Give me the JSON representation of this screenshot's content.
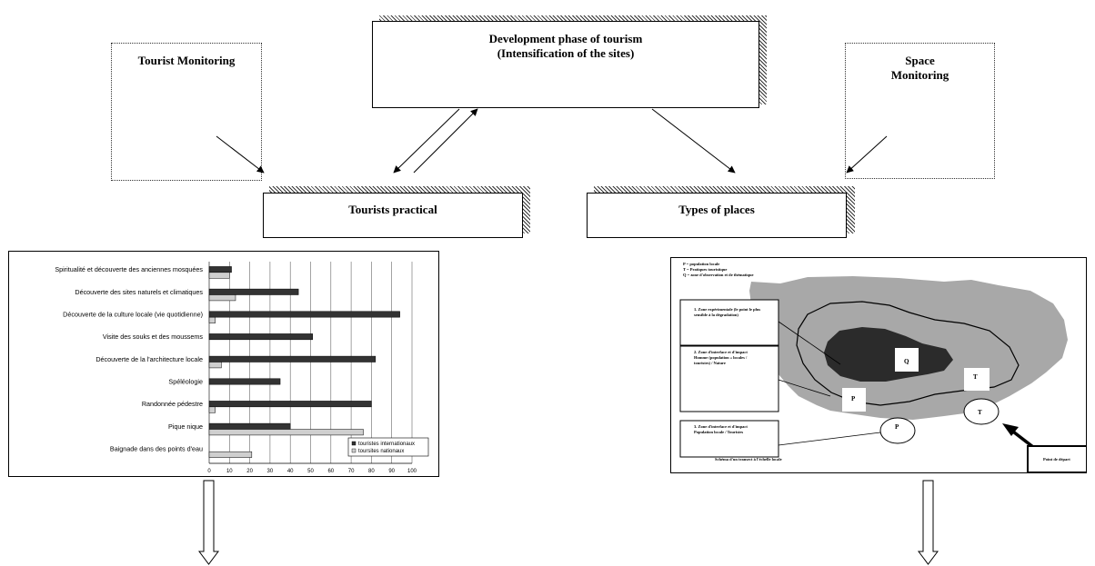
{
  "boxes": {
    "tourist_monitoring": "Tourist Monitoring",
    "development_line1": "Development phase of tourism",
    "development_line2": "(Intensification of the sites)",
    "space_line1": "Space",
    "space_line2": "Monitoring",
    "tourists_practical": "Tourists practical",
    "types_of_places": "Types of places"
  },
  "chart_data": {
    "type": "bar",
    "orientation": "horizontal",
    "categories": [
      "Spiritualité et découverte des anciennes mosquées",
      "Découverte des sites naturels et climatiques",
      "Découverte de la culture locale (vie quotidienne)",
      "Visite des souks et des moussems",
      "Découverte de la l'architecture locale",
      "Spéléologie",
      "Randonnée pédestre",
      "Pique nique",
      "Baignade dans des points d'eau"
    ],
    "series": [
      {
        "name": "touristes internationaux",
        "color": "#333333",
        "values": [
          11,
          44,
          94,
          51,
          82,
          35,
          80,
          40,
          0
        ]
      },
      {
        "name": "toursites nationaux",
        "color": "#cfcfcf",
        "values": [
          10,
          13,
          3,
          0,
          6,
          0,
          3,
          76,
          21
        ]
      }
    ],
    "xlim": [
      0,
      100
    ],
    "xticks": [
      "0",
      "10",
      "20",
      "30",
      "40",
      "50",
      "60",
      "70",
      "80",
      "90",
      "100"
    ],
    "grid": true,
    "legend": "bottom-right",
    "title": "",
    "xlabel": "",
    "ylabel": ""
  },
  "map": {
    "legend_lines": [
      "P = population locale",
      "T = Pratiques touristique",
      "Q = zone d'observation et de thématique"
    ],
    "zone1_lines": [
      "1. Zone expérimentale (le point le plus",
      "sensible à la dégradation)"
    ],
    "zone2_lines": [
      "2. Zone d'interface et d'impact",
      "Homme (population « locales /",
      "touristes) / Nature"
    ],
    "zone3_lines": [
      "3. Zone d'interface et d'impact",
      "Population locale / Touristes"
    ],
    "start_label": "Point de départ",
    "caption": "Schéma d'un transect à l'échelle locale",
    "markers": {
      "q": "Q",
      "t": "T",
      "p": "P"
    },
    "colors": {
      "outer": "#a8a8a8",
      "core": "#2b2b2b"
    }
  }
}
